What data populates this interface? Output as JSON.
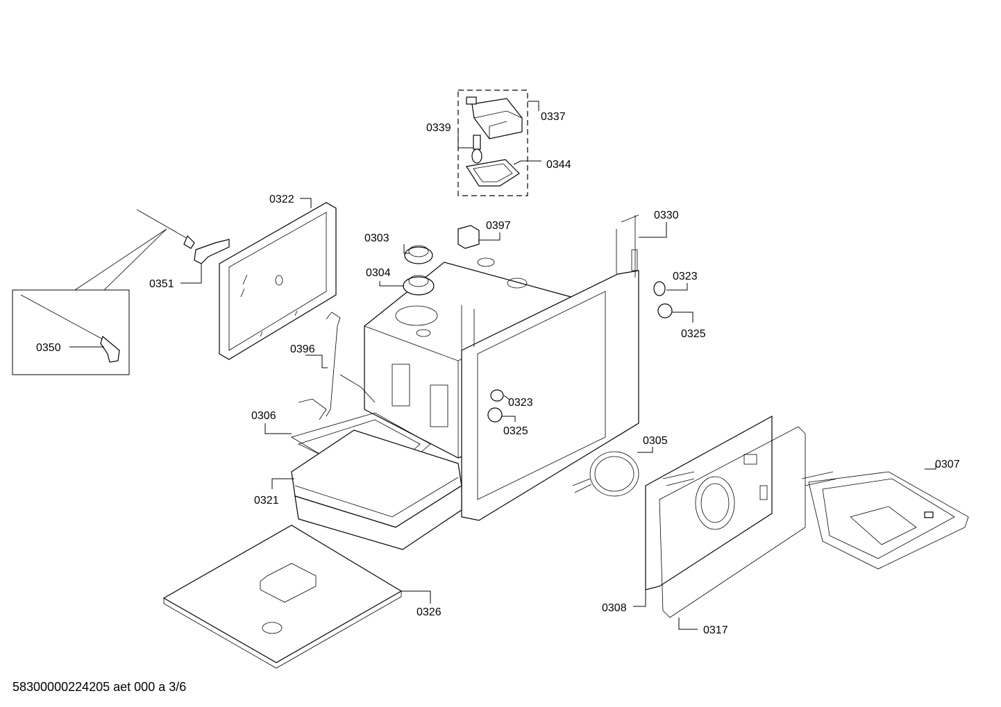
{
  "diagram": {
    "part_labels": {
      "p0337": "0337",
      "p0339": "0339",
      "p0344": "0344",
      "p0322": "0322",
      "p0330": "0330",
      "p0397": "0397",
      "p0303": "0303",
      "p0304": "0304",
      "p0351": "0351",
      "p0323a": "0323",
      "p0325a": "0325",
      "p0350": "0350",
      "p0396": "0396",
      "p0323b": "0323",
      "p0325b": "0325",
      "p0306": "0306",
      "p0305": "0305",
      "p0307": "0307",
      "p0321": "0321",
      "p0326": "0326",
      "p0308": "0308",
      "p0317": "0317"
    },
    "footer": "58300000224205 aet 000 a 3/6"
  }
}
